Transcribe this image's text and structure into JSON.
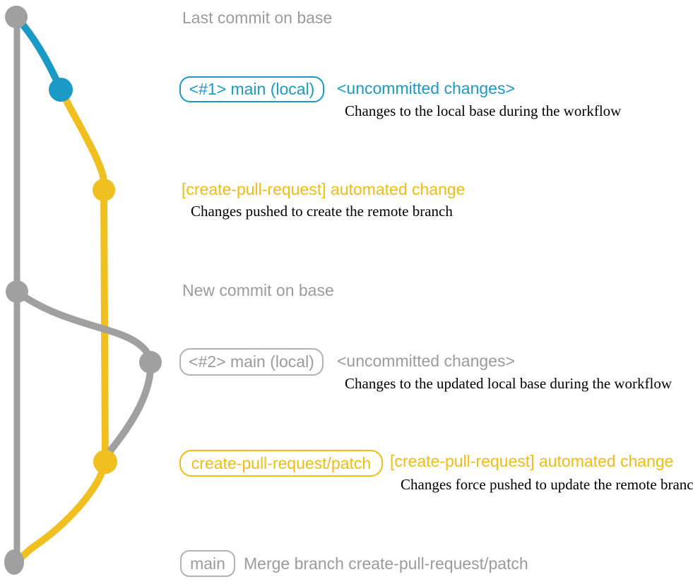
{
  "diagram": {
    "type": "git-branch-graph",
    "colors": {
      "graph_gray": "#a0a0a0",
      "text_gray": "#9b9b9b",
      "blue": "#1b9ac6",
      "yellow_line": "#f0c020",
      "yellow_text": "#f0bd14",
      "description_black": "#000000"
    },
    "rows": {
      "last_commit": {
        "label": "Last commit on base"
      },
      "commit1": {
        "badge": "<#1> main (local)",
        "title": "<uncommitted changes>",
        "description": "Changes to the local base during the workflow"
      },
      "auto1": {
        "title": "[create-pull-request] automated change",
        "description": "Changes pushed to create the remote branch"
      },
      "new_commit": {
        "label": "New commit on base"
      },
      "commit2": {
        "badge": "<#2> main (local)",
        "title": "<uncommitted changes>",
        "description": "Changes to the updated local base during the workflow"
      },
      "auto2": {
        "badge": "create-pull-request/patch",
        "title": "[create-pull-request] automated change",
        "description": "Changes force pushed to update the remote branch"
      },
      "merge": {
        "badge": "main",
        "label": "Merge branch create-pull-request/patch"
      }
    },
    "graph": {
      "branches": [
        "base (gray)",
        "main local (blue)",
        "create-pull-request/patch (yellow)"
      ],
      "commit_nodes": [
        {
          "name": "last-commit-on-base",
          "color": "gray"
        },
        {
          "name": "main-local-1",
          "color": "blue"
        },
        {
          "name": "automated-change-1",
          "color": "yellow"
        },
        {
          "name": "new-commit-on-base",
          "color": "gray"
        },
        {
          "name": "main-local-2",
          "color": "gray"
        },
        {
          "name": "automated-change-2",
          "color": "yellow"
        },
        {
          "name": "merge-commit",
          "color": "gray"
        }
      ]
    }
  }
}
